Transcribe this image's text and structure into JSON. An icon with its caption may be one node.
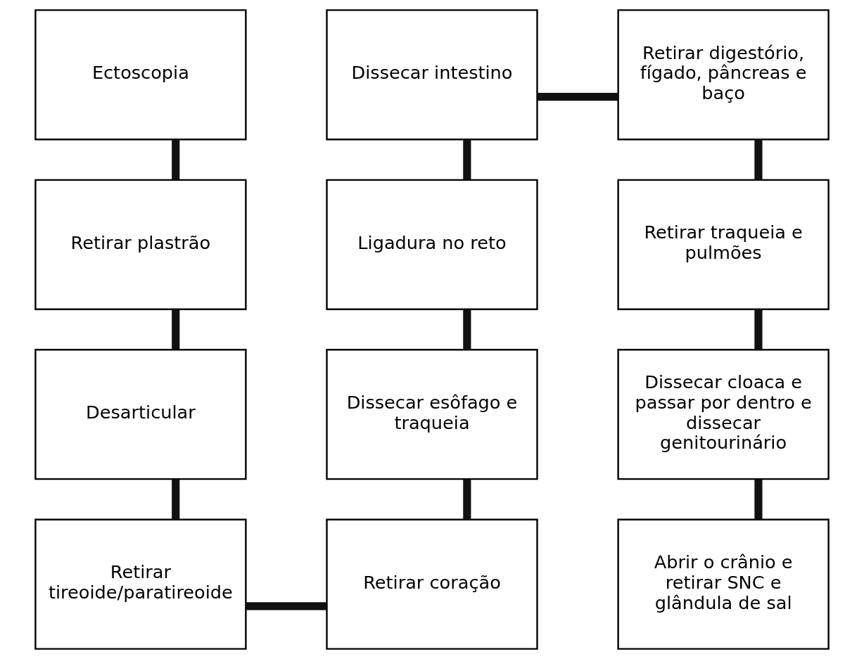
{
  "diagram": {
    "nodes": [
      {
        "text": [
          "Ectoscopia"
        ]
      },
      {
        "text": [
          "Dissecar intestino"
        ]
      },
      {
        "text": [
          "Retirar digestório, fígado, pâncreas e baço"
        ]
      },
      {
        "text": [
          "Retirar plastrão"
        ]
      },
      {
        "text": [
          "Ligadura no reto"
        ]
      },
      {
        "text": [
          "Retirar traqueia e pulmões"
        ]
      },
      {
        "text": [
          "Desarticular"
        ]
      },
      {
        "text": [
          "Dissecar esôfago e traqueia"
        ]
      },
      {
        "text": [
          "Dissecar cloaca e passar por dentro e dissecar genitourinário"
        ]
      },
      {
        "text": [
          "Retirar tireoide/paratireoide"
        ]
      },
      {
        "text": [
          "Retirar coração"
        ]
      },
      {
        "text": [
          "Abrir o crânio e retirar SNC e glândula de sal"
        ]
      }
    ],
    "edges": [
      {
        "from": 0,
        "to": 3,
        "arrow": "none"
      },
      {
        "from": 3,
        "to": 6,
        "arrow": "none"
      },
      {
        "from": 6,
        "to": 9,
        "arrow": "none"
      },
      {
        "from": 9,
        "to": 10,
        "arrow": "none"
      },
      {
        "from": 10,
        "to": 7,
        "arrow": "none"
      },
      {
        "from": 7,
        "to": 4,
        "arrow": "none"
      },
      {
        "from": 4,
        "to": 1,
        "arrow": "none"
      },
      {
        "from": 1,
        "to": 2,
        "arrow": "none"
      },
      {
        "from": 2,
        "to": 5,
        "arrow": "none"
      },
      {
        "from": 5,
        "to": 8,
        "arrow": "none"
      },
      {
        "from": 8,
        "to": 11,
        "arrow": "none"
      }
    ]
  }
}
